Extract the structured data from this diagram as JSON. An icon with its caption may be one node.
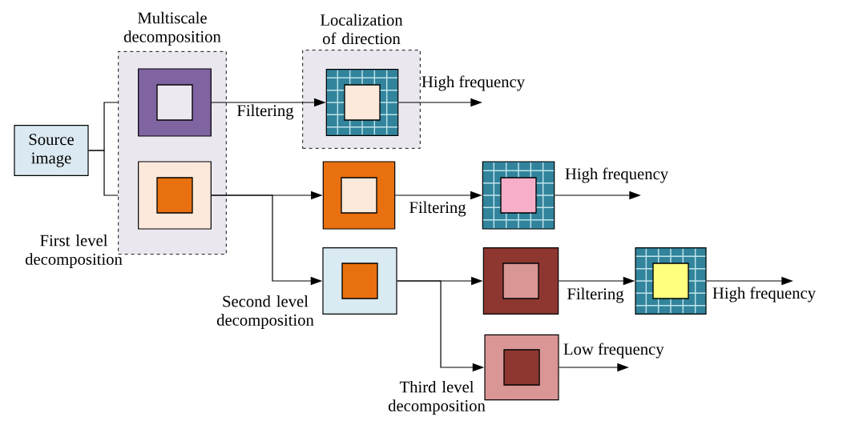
{
  "diagram": {
    "nodes": [
      {
        "text": [
          "Source image"
        ]
      },
      {
        "text": [
          "Multiscale decomposition"
        ],
        "beside": [
          "First level decomposition"
        ]
      },
      {
        "text": [],
        "shape": "box",
        "in": 1
      },
      {
        "text": [],
        "shape": "box",
        "in": 1
      },
      {
        "text": [
          "Localization of direction"
        ]
      },
      {
        "text": [],
        "shape": "box",
        "in": 4
      },
      {
        "text": [],
        "shape": "box"
      },
      {
        "text": [],
        "shape": "box"
      },
      {
        "text": [],
        "shape": "box",
        "beside": [
          "Second level decomposition"
        ]
      },
      {
        "text": [],
        "shape": "box"
      },
      {
        "text": [],
        "shape": "box"
      },
      {
        "text": [],
        "shape": "box",
        "beside": [
          "Third level decomposition"
        ]
      }
    ],
    "edges": [
      {
        "from": 0,
        "to": 2,
        "arrow": "none"
      },
      {
        "from": 0,
        "to": 3,
        "arrow": "none"
      },
      {
        "from": 2,
        "to": 5,
        "arrow": "to",
        "label": "Filtering"
      },
      {
        "from": 5,
        "to": null,
        "arrow": "to",
        "label": "High frequency"
      },
      {
        "from": 3,
        "to": 6,
        "arrow": "to"
      },
      {
        "from": 3,
        "to": 8,
        "arrow": "to"
      },
      {
        "from": 6,
        "to": 7,
        "arrow": "to",
        "label": "Filtering"
      },
      {
        "from": 7,
        "to": null,
        "arrow": "to",
        "label": "High frequency"
      },
      {
        "from": 8,
        "to": 9,
        "arrow": "to"
      },
      {
        "from": 8,
        "to": 11,
        "arrow": "to"
      },
      {
        "from": 9,
        "to": 10,
        "arrow": "to",
        "label": "Filtering"
      },
      {
        "from": 10,
        "to": null,
        "arrow": "to",
        "label": "High frequency"
      },
      {
        "from": 11,
        "to": null,
        "arrow": "to",
        "label": "Low frequency"
      }
    ]
  }
}
